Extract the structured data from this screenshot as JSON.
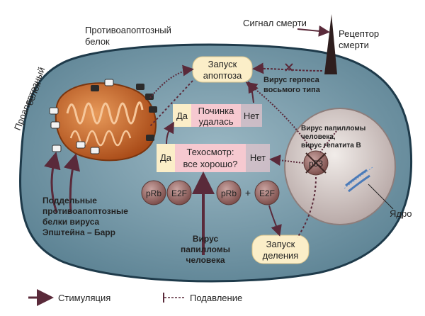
{
  "labels": {
    "antiapoptotic_line1": "Противоапоптозный",
    "antiapoptotic_line2": "белок",
    "proapoptotic_line1": "Проапоптозный",
    "proapoptotic_line2": "белок",
    "death_signal": "Сигнал смерти",
    "receptor_line1": "Рецептор",
    "receptor_line2": "смерти",
    "apoptosis_line1": "Запуск",
    "apoptosis_line2": "апоптоза",
    "herpes_line1": "Вирус герпеса",
    "herpes_line2": "восьмого типа",
    "yes1": "Да",
    "repair_line1": "Починка",
    "repair_line2": "удалась",
    "no1": "Нет",
    "yes2": "Да",
    "checkup_line1": "Техосмотр:",
    "checkup_line2": "все хорошо?",
    "no2": "Нет",
    "papilloma_nuc_line1": "Вирус папилломы",
    "papilloma_nuc_line2": "человека,",
    "papilloma_nuc_line3": "вирус гепатита В",
    "p53": "p53",
    "nucleus": "Ядро",
    "prb1": "pRb",
    "e2f1": "E2F",
    "prb2": "pRb",
    "plus": "+",
    "e2f2": "E2F",
    "division_line1": "Запуск",
    "division_line2": "деления",
    "papilloma_line1": "Вирус",
    "papilloma_line2": "папилломы",
    "papilloma_line3": "человека",
    "ebv_line1": "Поддельные",
    "ebv_line2": "противоапоптозные",
    "ebv_line3": "белки вируса",
    "ebv_line4": "Эпштейна – Барр"
  },
  "legend": {
    "stimulation": "Стимуляция",
    "suppression": "Подавление"
  },
  "colors": {
    "cell_fill": "#6f93a4",
    "cell_outline": "#1e3a4a",
    "mito": "#c8662a",
    "nucleus": "#d8d0cf",
    "arrow": "#5a2a3a",
    "pink_box": "#f6c9d0",
    "yellow_box": "#fbeec8",
    "circle": "#9a6b68"
  }
}
